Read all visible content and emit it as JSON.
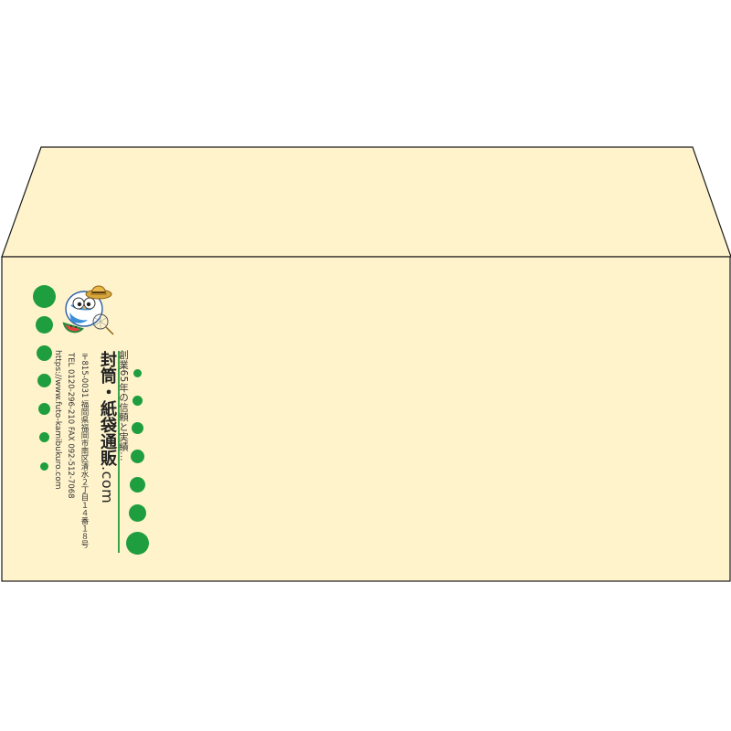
{
  "envelope": {
    "colors": {
      "paper": "#fff3cc",
      "outline": "#1a1a1a",
      "accent": "#1e9e3e",
      "text": "#333333"
    },
    "print": {
      "tagline": "創業65年の信頼と実績…",
      "brand_name": "封筒・紙袋通販",
      "brand_domain": ".com",
      "address": "〒815-0031 福岡県福岡市南区清水２丁目１４番１８号",
      "tel_fax": "TEL 0120-296-210 FAX 092-512-7068",
      "website": "https://www.futo-kamibukuro.com",
      "mascot_icon": "owl-mascot-with-hat-icon"
    }
  }
}
